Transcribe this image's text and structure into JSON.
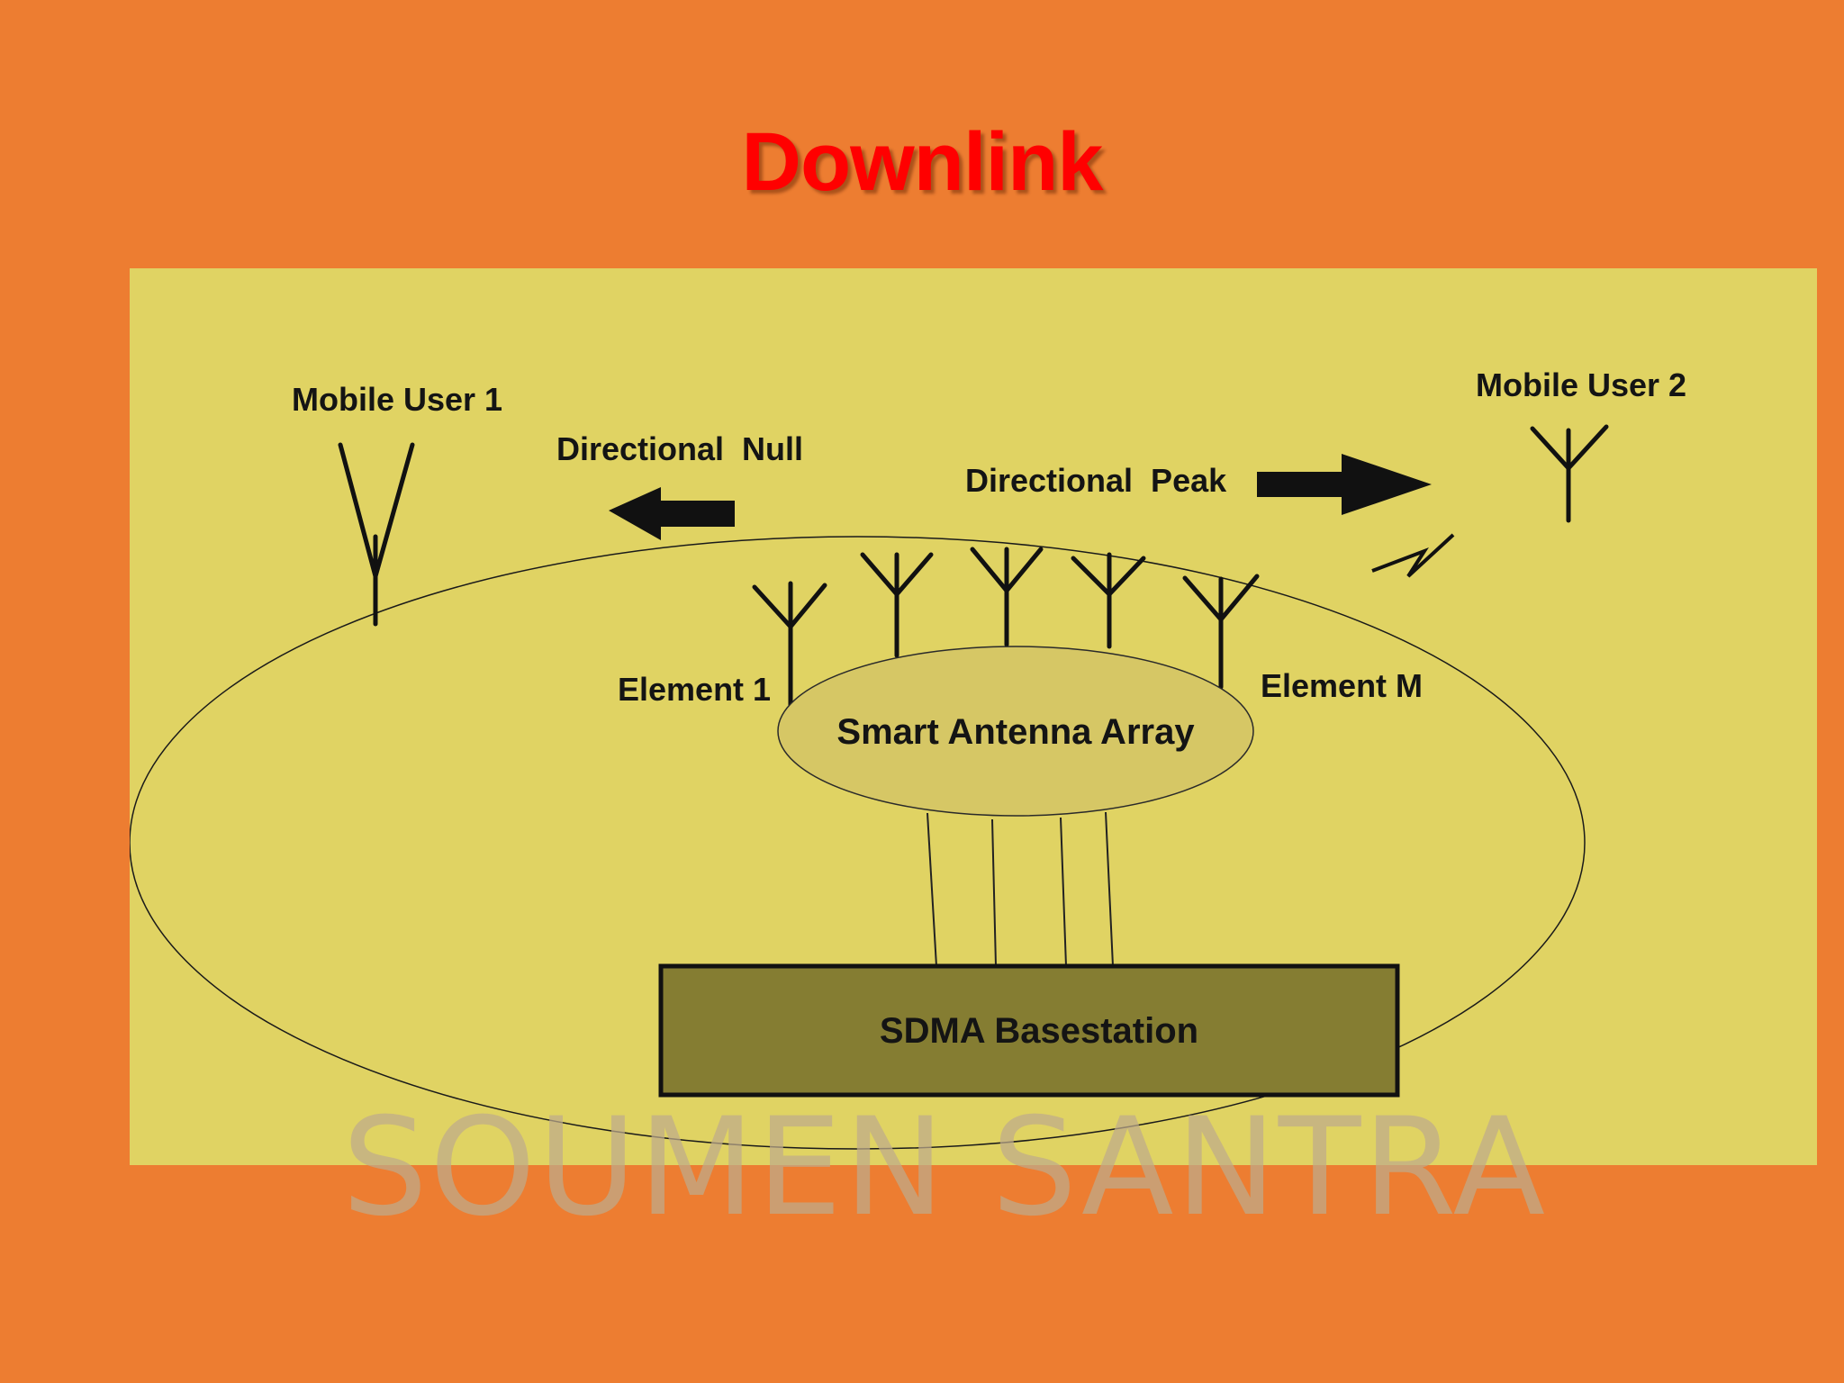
{
  "title": "Downlink",
  "colors": {
    "background": "#ED7D31",
    "panel": "#E0D363",
    "title": "#FF0000",
    "array_ellipse": "#D6C765",
    "basestation": "#857D32"
  },
  "labels": {
    "mobile_user_1": "Mobile User 1",
    "mobile_user_2": "Mobile User 2",
    "directional_null": "Directional  Null",
    "directional_peak": "Directional  Peak",
    "element_1": "Element 1",
    "element_m": "Element M",
    "smart_antenna_array": "Smart Antenna Array",
    "sdma_basestation": "SDMA Basestation"
  },
  "watermark": "SOUMEN SANTRA",
  "icons": [
    "antenna-icon",
    "arrow-left-icon",
    "arrow-right-icon",
    "lightning-icon"
  ]
}
